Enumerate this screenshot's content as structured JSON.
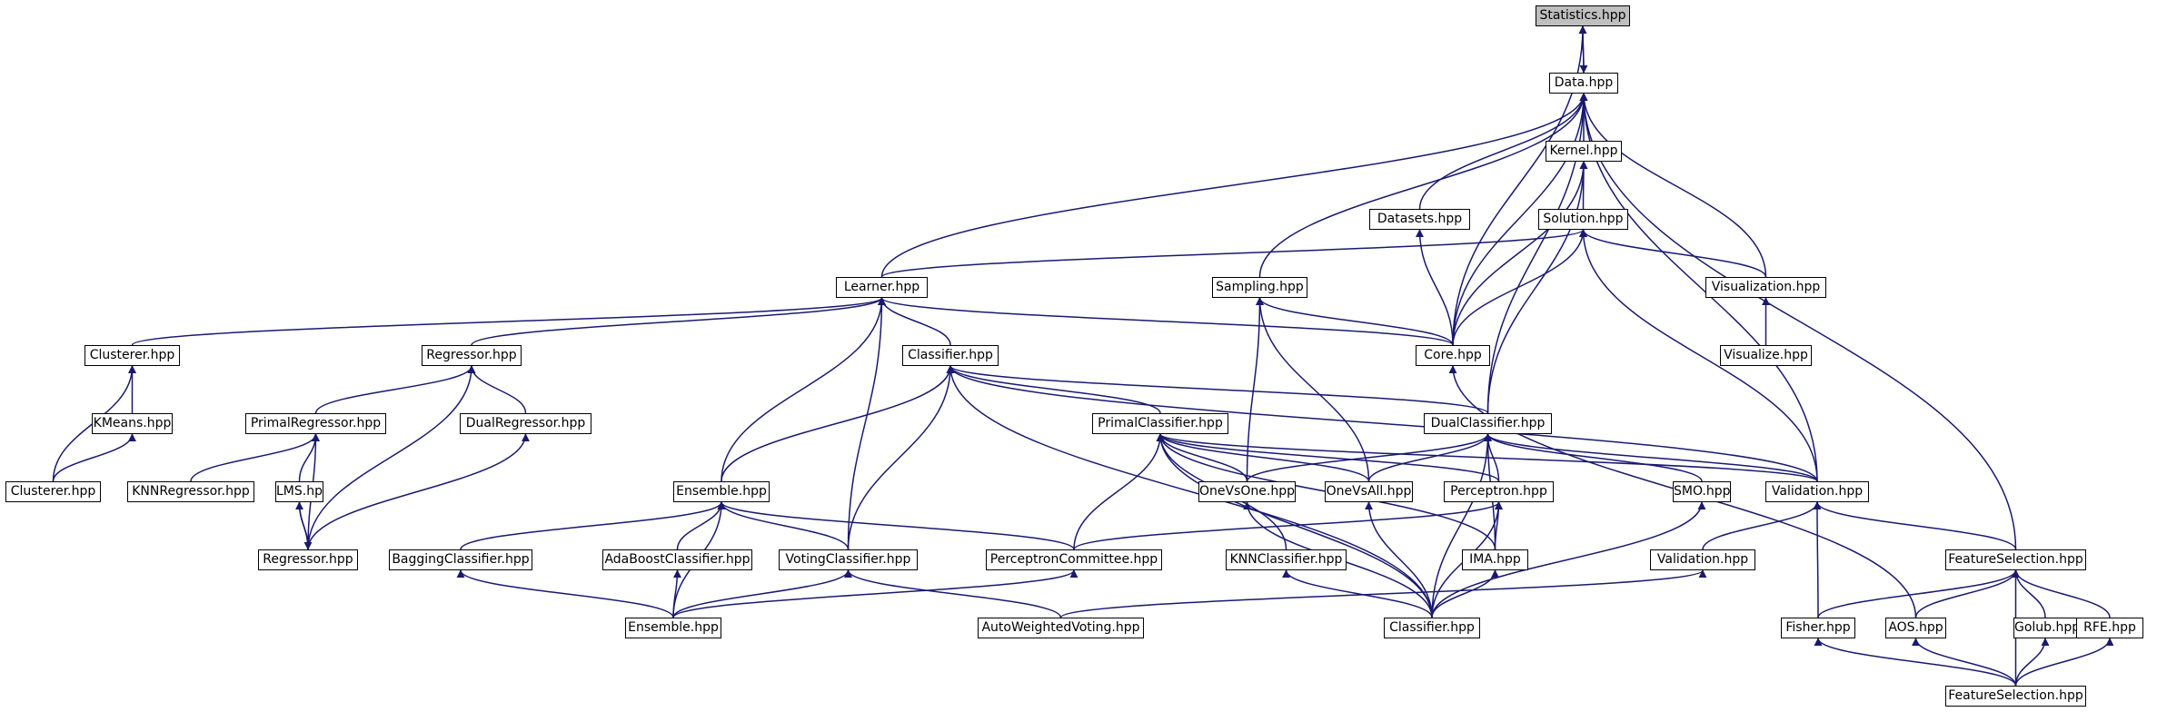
{
  "colors": {
    "edge": "#191970",
    "node_border": "#000000",
    "node_fill": "#ffffff",
    "selected_fill": "#bfbfbf"
  },
  "nodes": [
    {
      "id": "stats",
      "label": "Statistics.hpp",
      "selected": true
    },
    {
      "id": "data",
      "label": "Data.hpp"
    },
    {
      "id": "kernel",
      "label": "Kernel.hpp"
    },
    {
      "id": "datasets",
      "label": "Datasets.hpp"
    },
    {
      "id": "solution",
      "label": "Solution.hpp"
    },
    {
      "id": "learner",
      "label": "Learner.hpp"
    },
    {
      "id": "sampling",
      "label": "Sampling.hpp"
    },
    {
      "id": "visualization",
      "label": "Visualization.hpp"
    },
    {
      "id": "clusterer1",
      "label": "Clusterer.hpp"
    },
    {
      "id": "regressor1",
      "label": "Regressor.hpp"
    },
    {
      "id": "classifier1",
      "label": "Classifier.hpp"
    },
    {
      "id": "core",
      "label": "Core.hpp"
    },
    {
      "id": "visualize",
      "label": "Visualize.hpp"
    },
    {
      "id": "kmeans",
      "label": "KMeans.hpp"
    },
    {
      "id": "primalregressor",
      "label": "PrimalRegressor.hpp"
    },
    {
      "id": "dualregressor",
      "label": "DualRegressor.hpp"
    },
    {
      "id": "primalclassifier",
      "label": "PrimalClassifier.hpp"
    },
    {
      "id": "dualclassifier",
      "label": "DualClassifier.hpp"
    },
    {
      "id": "clusterer2",
      "label": "Clusterer.hpp"
    },
    {
      "id": "knnregressor",
      "label": "KNNRegressor.hpp"
    },
    {
      "id": "lms",
      "label": "LMS.hpp"
    },
    {
      "id": "ensemble1",
      "label": "Ensemble.hpp"
    },
    {
      "id": "onevsone",
      "label": "OneVsOne.hpp"
    },
    {
      "id": "onevsall",
      "label": "OneVsAll.hpp"
    },
    {
      "id": "perceptron",
      "label": "Perceptron.hpp"
    },
    {
      "id": "smo",
      "label": "SMO.hpp"
    },
    {
      "id": "validation1",
      "label": "Validation.hpp"
    },
    {
      "id": "regressor2",
      "label": "Regressor.hpp"
    },
    {
      "id": "bagging",
      "label": "BaggingClassifier.hpp"
    },
    {
      "id": "adaboost",
      "label": "AdaBoostClassifier.hpp"
    },
    {
      "id": "voting",
      "label": "VotingClassifier.hpp"
    },
    {
      "id": "perceptroncommittee",
      "label": "PerceptronCommittee.hpp"
    },
    {
      "id": "knnclassifier",
      "label": "KNNClassifier.hpp"
    },
    {
      "id": "ima",
      "label": "IMA.hpp"
    },
    {
      "id": "validation2",
      "label": "Validation.hpp"
    },
    {
      "id": "featuresel1",
      "label": "FeatureSelection.hpp"
    },
    {
      "id": "ensemble2",
      "label": "Ensemble.hpp"
    },
    {
      "id": "autoweighted",
      "label": "AutoWeightedVoting.hpp"
    },
    {
      "id": "classifier2",
      "label": "Classifier.hpp"
    },
    {
      "id": "fisher",
      "label": "Fisher.hpp"
    },
    {
      "id": "aos",
      "label": "AOS.hpp"
    },
    {
      "id": "golub",
      "label": "Golub.hpp"
    },
    {
      "id": "rfe",
      "label": "RFE.hpp"
    },
    {
      "id": "featuresel2",
      "label": "FeatureSelection.hpp"
    }
  ],
  "edges": [
    [
      "data",
      "stats"
    ],
    [
      "core",
      "stats"
    ],
    [
      "stats",
      "data"
    ],
    [
      "kernel",
      "data"
    ],
    [
      "datasets",
      "data"
    ],
    [
      "learner",
      "data"
    ],
    [
      "sampling",
      "data"
    ],
    [
      "visualization",
      "data"
    ],
    [
      "core",
      "data"
    ],
    [
      "dualclassifier",
      "data"
    ],
    [
      "validation1",
      "data"
    ],
    [
      "featuresel1",
      "data"
    ],
    [
      "solution",
      "kernel"
    ],
    [
      "core",
      "kernel"
    ],
    [
      "dualclassifier",
      "kernel"
    ],
    [
      "learner",
      "solution"
    ],
    [
      "core",
      "solution"
    ],
    [
      "visualization",
      "solution"
    ],
    [
      "validation1",
      "solution"
    ],
    [
      "core",
      "datasets"
    ],
    [
      "clusterer1",
      "learner"
    ],
    [
      "regressor1",
      "learner"
    ],
    [
      "classifier1",
      "learner"
    ],
    [
      "core",
      "learner"
    ],
    [
      "ensemble1",
      "learner"
    ],
    [
      "voting",
      "learner"
    ],
    [
      "core",
      "sampling"
    ],
    [
      "onevsone",
      "sampling"
    ],
    [
      "onevsall",
      "sampling"
    ],
    [
      "visualize",
      "visualization"
    ],
    [
      "kmeans",
      "clusterer1"
    ],
    [
      "clusterer2",
      "clusterer1"
    ],
    [
      "primalregressor",
      "regressor1"
    ],
    [
      "dualregressor",
      "regressor1"
    ],
    [
      "regressor2",
      "regressor1"
    ],
    [
      "primalclassifier",
      "classifier1"
    ],
    [
      "dualclassifier",
      "classifier1"
    ],
    [
      "ensemble1",
      "classifier1"
    ],
    [
      "voting",
      "classifier1"
    ],
    [
      "classifier2",
      "classifier1"
    ],
    [
      "validation1",
      "classifier1"
    ],
    [
      "aos",
      "core"
    ],
    [
      "clusterer2",
      "kmeans"
    ],
    [
      "knnregressor",
      "primalregressor"
    ],
    [
      "lms",
      "primalregressor"
    ],
    [
      "regressor2",
      "primalregressor"
    ],
    [
      "regressor2",
      "dualregressor"
    ],
    [
      "onevsone",
      "primalclassifier"
    ],
    [
      "onevsall",
      "primalclassifier"
    ],
    [
      "perceptron",
      "primalclassifier"
    ],
    [
      "perceptroncommittee",
      "primalclassifier"
    ],
    [
      "knnclassifier",
      "primalclassifier"
    ],
    [
      "classifier2",
      "primalclassifier"
    ],
    [
      "ima",
      "primalclassifier"
    ],
    [
      "validation1",
      "primalclassifier"
    ],
    [
      "onevsone",
      "dualclassifier"
    ],
    [
      "onevsall",
      "dualclassifier"
    ],
    [
      "perceptron",
      "dualclassifier"
    ],
    [
      "smo",
      "dualclassifier"
    ],
    [
      "validation1",
      "dualclassifier"
    ],
    [
      "ima",
      "dualclassifier"
    ],
    [
      "classifier2",
      "dualclassifier"
    ],
    [
      "lms",
      "regressor2"
    ],
    [
      "regressor2",
      "lms"
    ],
    [
      "bagging",
      "ensemble1"
    ],
    [
      "adaboost",
      "ensemble1"
    ],
    [
      "voting",
      "ensemble1"
    ],
    [
      "perceptroncommittee",
      "ensemble1"
    ],
    [
      "ensemble2",
      "ensemble1"
    ],
    [
      "classifier2",
      "onevsone"
    ],
    [
      "classifier2",
      "onevsall"
    ],
    [
      "perceptroncommittee",
      "perceptron"
    ],
    [
      "ima",
      "perceptron"
    ],
    [
      "classifier2",
      "perceptron"
    ],
    [
      "classifier2",
      "smo"
    ],
    [
      "validation2",
      "validation1"
    ],
    [
      "fisher",
      "validation1"
    ],
    [
      "featuresel1",
      "validation1"
    ],
    [
      "ensemble2",
      "bagging"
    ],
    [
      "ensemble2",
      "adaboost"
    ],
    [
      "ensemble2",
      "voting"
    ],
    [
      "autoweighted",
      "voting"
    ],
    [
      "ensemble2",
      "perceptroncommittee"
    ],
    [
      "classifier2",
      "knnclassifier"
    ],
    [
      "classifier2",
      "ima"
    ],
    [
      "autoweighted",
      "validation2"
    ],
    [
      "fisher",
      "featuresel1"
    ],
    [
      "aos",
      "featuresel1"
    ],
    [
      "golub",
      "featuresel1"
    ],
    [
      "rfe",
      "featuresel1"
    ],
    [
      "featuresel2",
      "featuresel1"
    ],
    [
      "featuresel2",
      "fisher"
    ],
    [
      "featuresel2",
      "aos"
    ],
    [
      "featuresel2",
      "golub"
    ],
    [
      "featuresel2",
      "rfe"
    ]
  ]
}
